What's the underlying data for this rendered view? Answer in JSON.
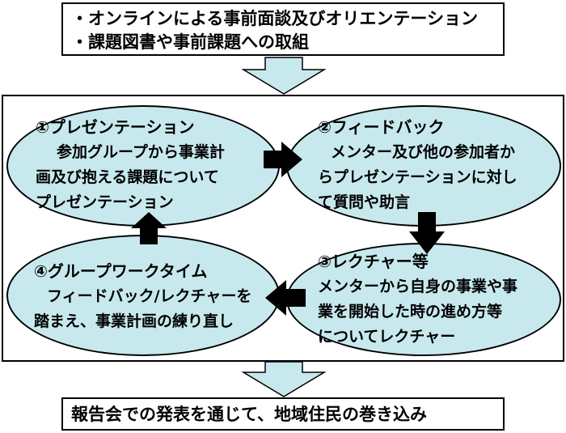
{
  "top_box": {
    "lines": [
      "・オンラインによる事前面談及びオリエンテーション",
      "・課題図書や事前課題への取組"
    ]
  },
  "cycle": {
    "steps": [
      {
        "heading": "①プレゼンテーション",
        "lines": [
          "参加グループから事業計",
          "画及び抱える課題について",
          "プレゼンテーション"
        ]
      },
      {
        "heading": "②フィードバック",
        "lines": [
          "メンター及び他の参加者か",
          "らプレゼンテーションに対し",
          "て質問や助言"
        ]
      },
      {
        "heading": "③レクチャー等",
        "lines": [
          "メンターから自身の事業や事",
          "業を開始した時の進め方等",
          "についてレクチャー"
        ]
      },
      {
        "heading": "④グループワークタイム",
        "lines": [
          "フィードバック/レクチャーを",
          "踏まえ、事業計画の練り直し"
        ]
      }
    ]
  },
  "bottom_box": {
    "text": "報告会での発表を通じて、地域住民の巻き込み"
  },
  "colors": {
    "ellipse_fill": "#c7e9ee",
    "flow_arrow_fill": "#c7e9ee",
    "cycle_arrow_fill": "#000000"
  }
}
